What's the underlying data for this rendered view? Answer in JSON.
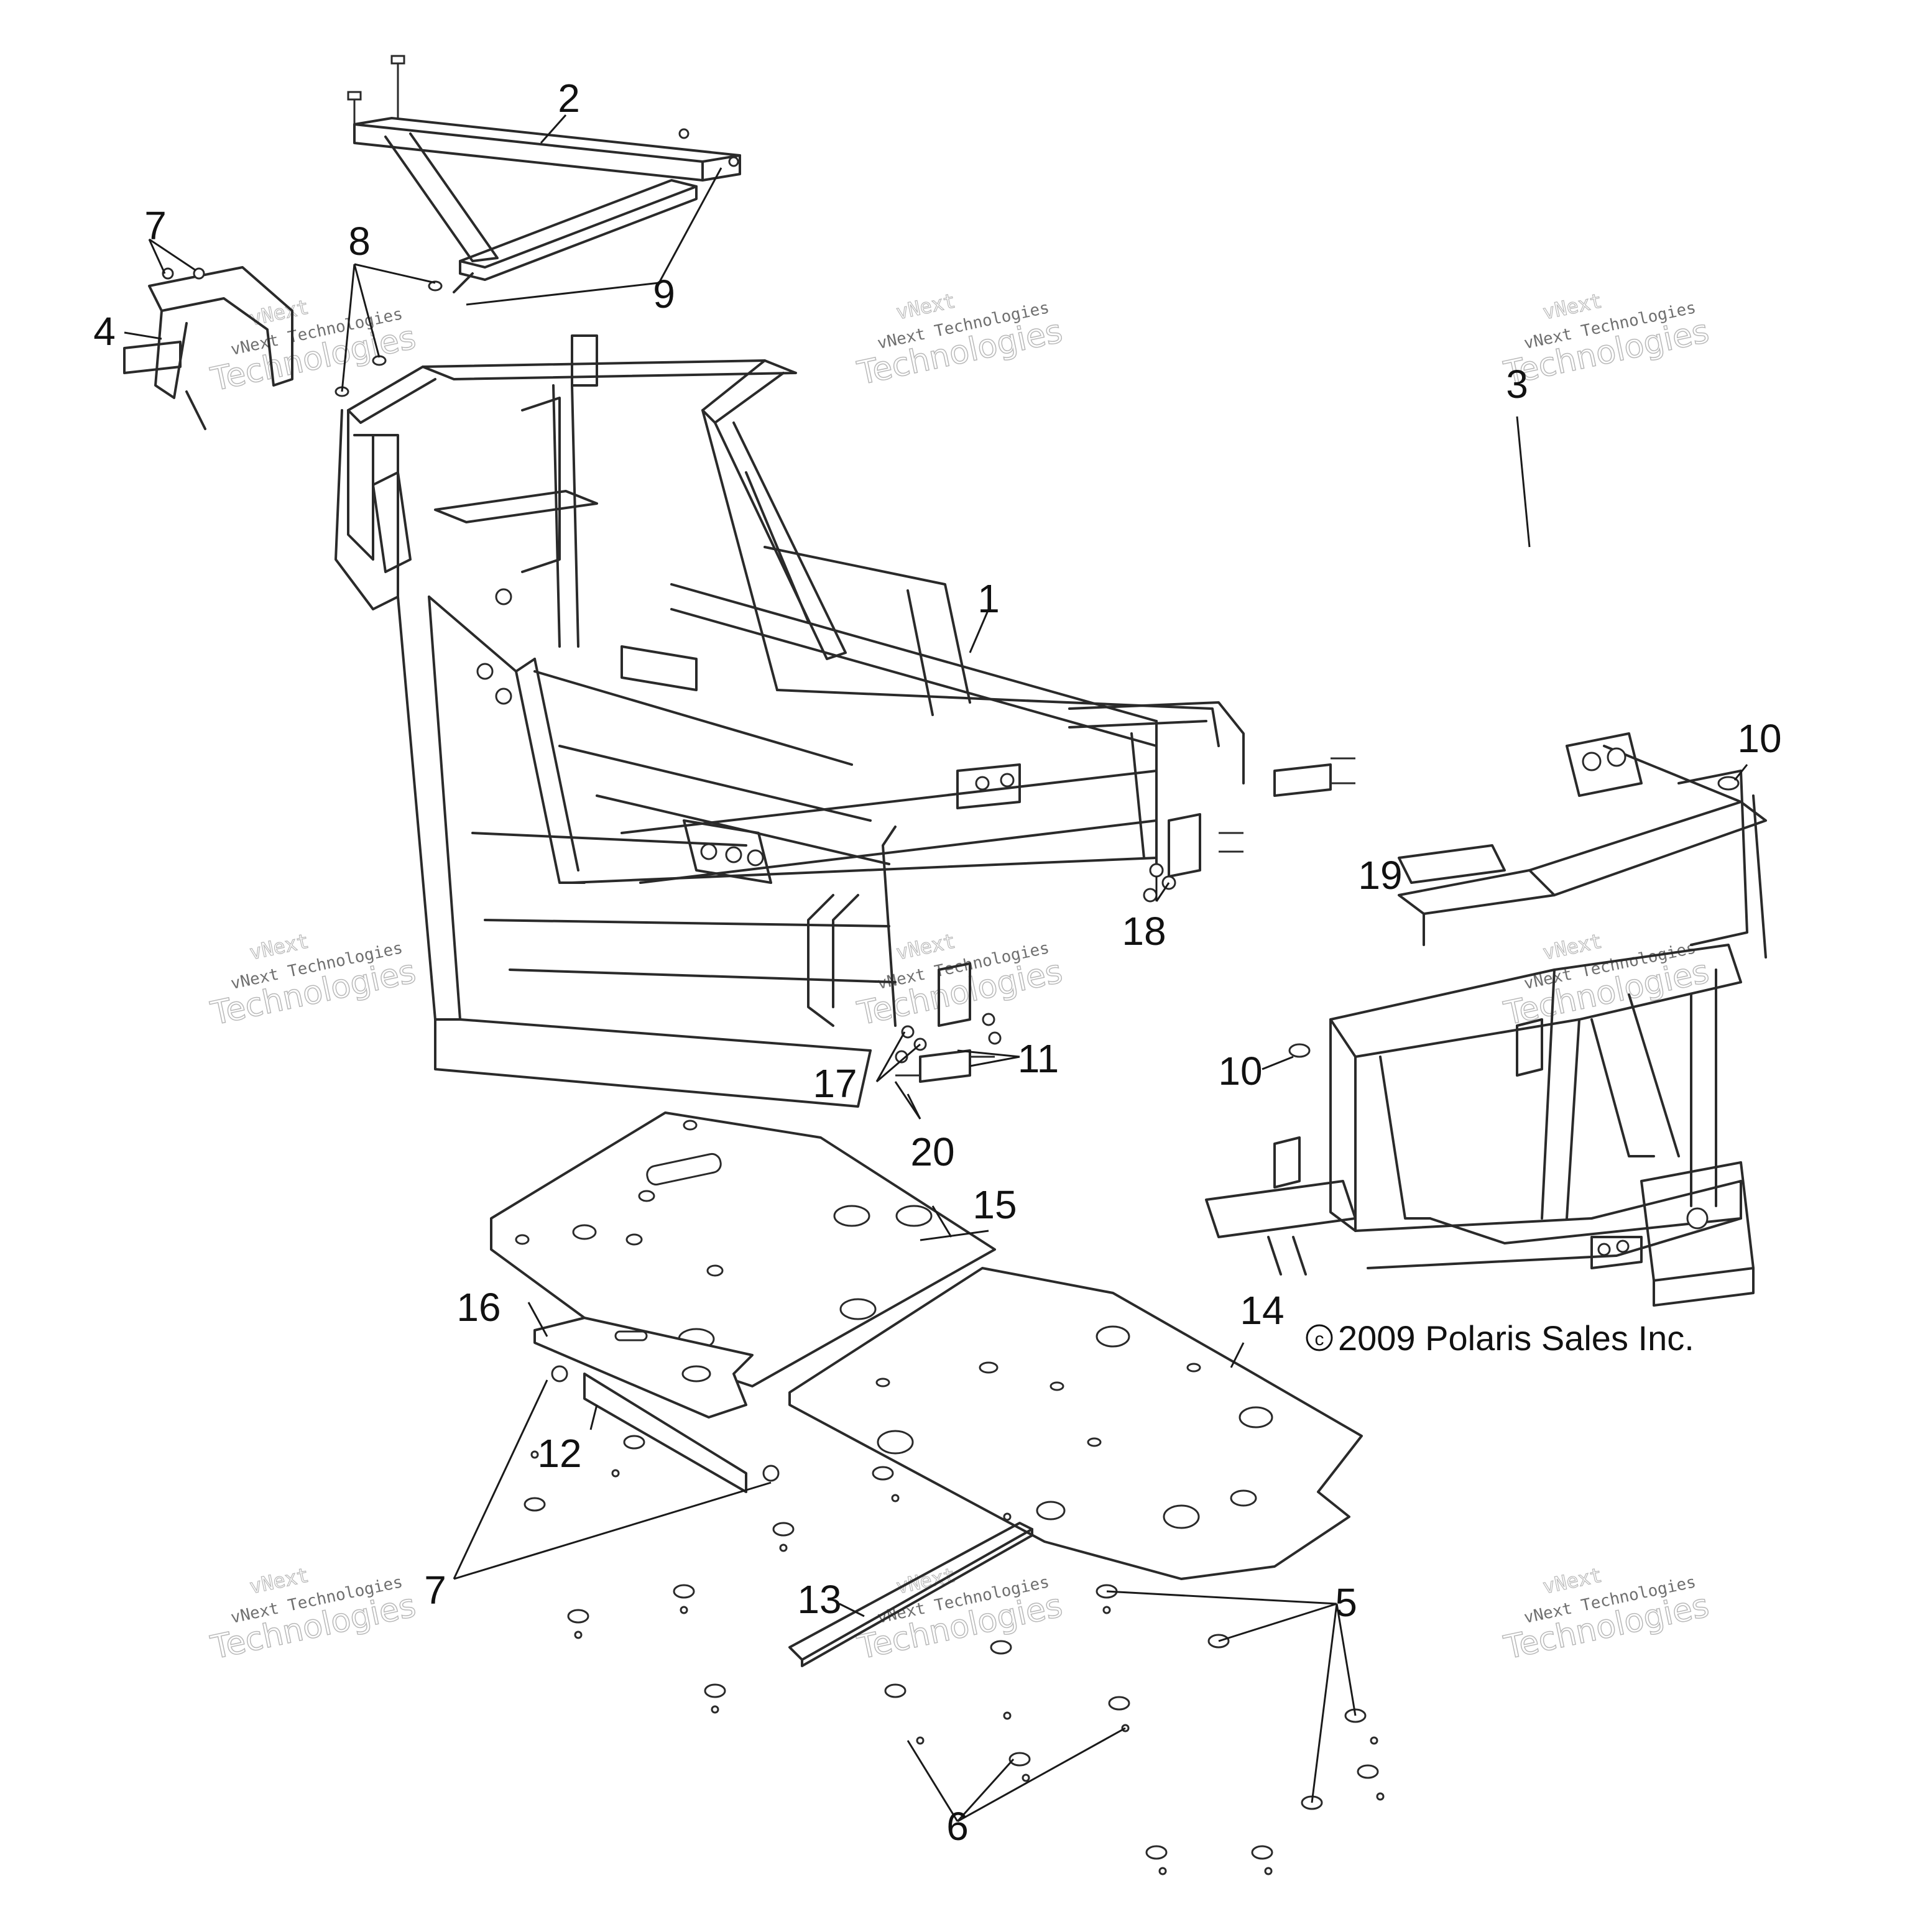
{
  "copyright": "2009 Polaris Sales Inc.",
  "copyright_symbol": "c",
  "watermark": {
    "line1": "vNext",
    "line2": "vNext Technologies",
    "line3": "Technologies"
  },
  "callouts": [
    "1",
    "2",
    "3",
    "4",
    "5",
    "6",
    "7",
    "7",
    "8",
    "9",
    "10",
    "10",
    "11",
    "12",
    "13",
    "14",
    "15",
    "16",
    "17",
    "18",
    "19",
    "20"
  ]
}
